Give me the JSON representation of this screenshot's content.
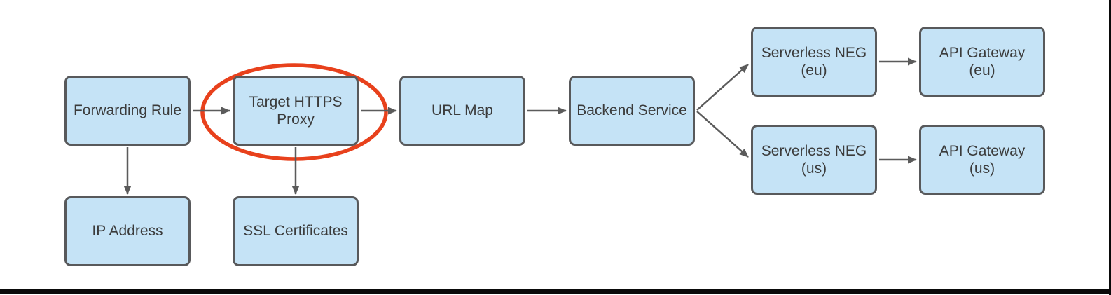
{
  "colors": {
    "node_fill": "#C5E3F6",
    "node_stroke": "#58595B",
    "arrow": "#5B5B5B",
    "highlight_ellipse": "#E8411C",
    "text": "#3B3B3B",
    "frame": "#0A0A0A"
  },
  "nodes": [
    {
      "id": "forwarding-rule",
      "label": "Forwarding Rule"
    },
    {
      "id": "target-https-proxy",
      "label": "Target HTTPS\nProxy"
    },
    {
      "id": "url-map",
      "label": "URL Map"
    },
    {
      "id": "backend-service",
      "label": "Backend Service"
    },
    {
      "id": "serverless-neg-eu",
      "label": "Serverless NEG\n(eu)"
    },
    {
      "id": "api-gateway-eu",
      "label": "API Gateway\n(eu)"
    },
    {
      "id": "serverless-neg-us",
      "label": "Serverless NEG\n(us)"
    },
    {
      "id": "api-gateway-us",
      "label": "API Gateway\n(us)"
    },
    {
      "id": "ip-address",
      "label": "IP Address"
    },
    {
      "id": "ssl-certificates",
      "label": "SSL Certificates"
    }
  ],
  "edges": [
    {
      "from": "forwarding-rule",
      "to": "target-https-proxy"
    },
    {
      "from": "target-https-proxy",
      "to": "url-map"
    },
    {
      "from": "url-map",
      "to": "backend-service"
    },
    {
      "from": "backend-service",
      "to": "serverless-neg-eu"
    },
    {
      "from": "backend-service",
      "to": "serverless-neg-us"
    },
    {
      "from": "serverless-neg-eu",
      "to": "api-gateway-eu"
    },
    {
      "from": "serverless-neg-us",
      "to": "api-gateway-us"
    },
    {
      "from": "forwarding-rule",
      "to": "ip-address"
    },
    {
      "from": "target-https-proxy",
      "to": "ssl-certificates"
    }
  ],
  "annotation": {
    "type": "ellipse-highlight",
    "around": "target-https-proxy",
    "color": "#E8411C"
  }
}
